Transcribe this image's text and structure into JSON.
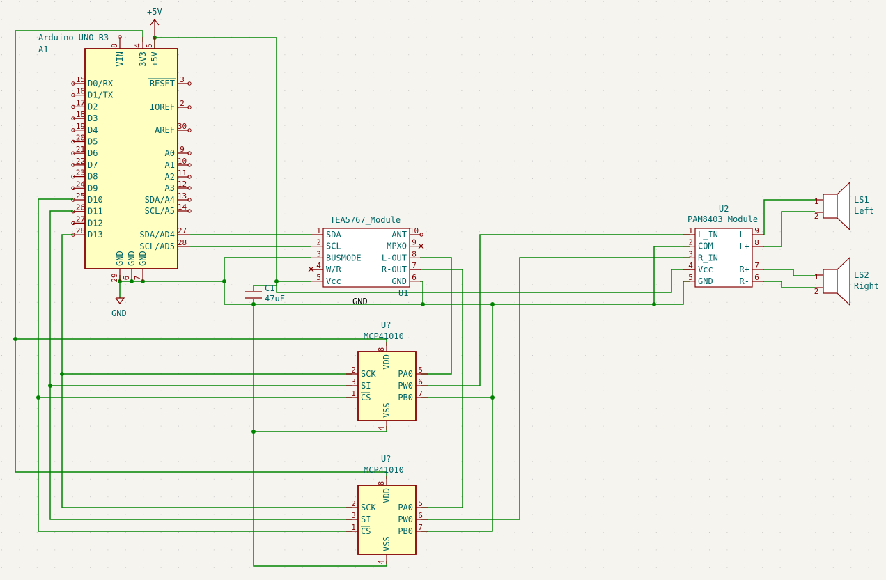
{
  "power": {
    "vcc_label": "+5V",
    "gnd_label": "GND"
  },
  "net_label_gnd": "GND",
  "arduino": {
    "name": "Arduino_UNO_R3",
    "ref": "A1",
    "left_pins": [
      {
        "num": "15",
        "name": "D0/RX"
      },
      {
        "num": "16",
        "name": "D1/TX"
      },
      {
        "num": "17",
        "name": "D2"
      },
      {
        "num": "18",
        "name": "D3"
      },
      {
        "num": "19",
        "name": "D4"
      },
      {
        "num": "20",
        "name": "D5"
      },
      {
        "num": "21",
        "name": "D6"
      },
      {
        "num": "22",
        "name": "D7"
      },
      {
        "num": "23",
        "name": "D8"
      },
      {
        "num": "24",
        "name": "D9"
      },
      {
        "num": "25",
        "name": "D10"
      },
      {
        "num": "26",
        "name": "D11"
      },
      {
        "num": "27",
        "name": "D12"
      },
      {
        "num": "28",
        "name": "D13"
      }
    ],
    "right_pins": [
      {
        "num": "3",
        "name": "RESET"
      },
      {
        "num": "2",
        "name": "IOREF"
      },
      {
        "num": "30",
        "name": "AREF"
      },
      {
        "num": "9",
        "name": "A0"
      },
      {
        "num": "10",
        "name": "A1"
      },
      {
        "num": "11",
        "name": "A2"
      },
      {
        "num": "12",
        "name": "A3"
      },
      {
        "num": "13",
        "name": "SDA/A4"
      },
      {
        "num": "14",
        "name": "SCL/A5"
      },
      {
        "num": "27",
        "name": "SDA/AD4"
      },
      {
        "num": "28",
        "name": "SCL/AD5"
      }
    ],
    "top_pins": [
      {
        "num": "8",
        "name": "VIN"
      },
      {
        "num": "4",
        "name": "3V3"
      },
      {
        "num": "5",
        "name": "+5V"
      }
    ],
    "bottom_pins": [
      {
        "num": "29",
        "name": "GND"
      },
      {
        "num": "6",
        "name": "GND"
      },
      {
        "num": "7",
        "name": "GND"
      }
    ]
  },
  "tea": {
    "name": "TEA5767_Module",
    "ref": "U1",
    "left_pins": [
      {
        "num": "1",
        "name": "SDA"
      },
      {
        "num": "2",
        "name": "SCL"
      },
      {
        "num": "3",
        "name": "BUSMODE"
      },
      {
        "num": "4",
        "name": "W/R"
      },
      {
        "num": "5",
        "name": "Vcc"
      }
    ],
    "right_pins": [
      {
        "num": "10",
        "name": "ANT"
      },
      {
        "num": "9",
        "name": "MPXO"
      },
      {
        "num": "8",
        "name": "L-OUT"
      },
      {
        "num": "7",
        "name": "R-OUT"
      },
      {
        "num": "6",
        "name": "GND"
      }
    ]
  },
  "cap": {
    "ref": "C1",
    "value": "47uF"
  },
  "pam": {
    "name": "PAM8403_Module",
    "ref": "U2",
    "left_pins": [
      {
        "num": "1",
        "name": "L_IN"
      },
      {
        "num": "2",
        "name": "COM"
      },
      {
        "num": "3",
        "name": "R_IN"
      },
      {
        "num": "4",
        "name": "Vcc"
      },
      {
        "num": "5",
        "name": "GND"
      }
    ],
    "right_pins": [
      {
        "num": "9",
        "name": "L-"
      },
      {
        "num": "8",
        "name": "L+"
      },
      {
        "num": "7",
        "name": "R+"
      },
      {
        "num": "6",
        "name": "R-"
      }
    ]
  },
  "speakers": [
    {
      "ref": "LS1",
      "value": "Left",
      "pin1": "1",
      "pin2": "2"
    },
    {
      "ref": "LS2",
      "value": "Right",
      "pin1": "1",
      "pin2": "2"
    }
  ],
  "pots": [
    {
      "ref": "U?",
      "value": "MCP41010",
      "left_pins": [
        {
          "num": "2",
          "name": "SCK"
        },
        {
          "num": "3",
          "name": "SI"
        },
        {
          "num": "1",
          "name": "CS"
        }
      ],
      "right_pins": [
        {
          "num": "5",
          "name": "PA0"
        },
        {
          "num": "6",
          "name": "PW0"
        },
        {
          "num": "7",
          "name": "PB0"
        }
      ],
      "top_pin": {
        "num": "8",
        "name": "VDD"
      },
      "bottom_pin": {
        "num": "4",
        "name": "VSS"
      }
    },
    {
      "ref": "U?",
      "value": "MCP41010",
      "left_pins": [
        {
          "num": "2",
          "name": "SCK"
        },
        {
          "num": "3",
          "name": "SI"
        },
        {
          "num": "1",
          "name": "CS"
        }
      ],
      "right_pins": [
        {
          "num": "5",
          "name": "PA0"
        },
        {
          "num": "6",
          "name": "PW0"
        },
        {
          "num": "7",
          "name": "PB0"
        }
      ],
      "top_pin": {
        "num": "8",
        "name": "VDD"
      },
      "bottom_pin": {
        "num": "4",
        "name": "VSS"
      }
    }
  ]
}
